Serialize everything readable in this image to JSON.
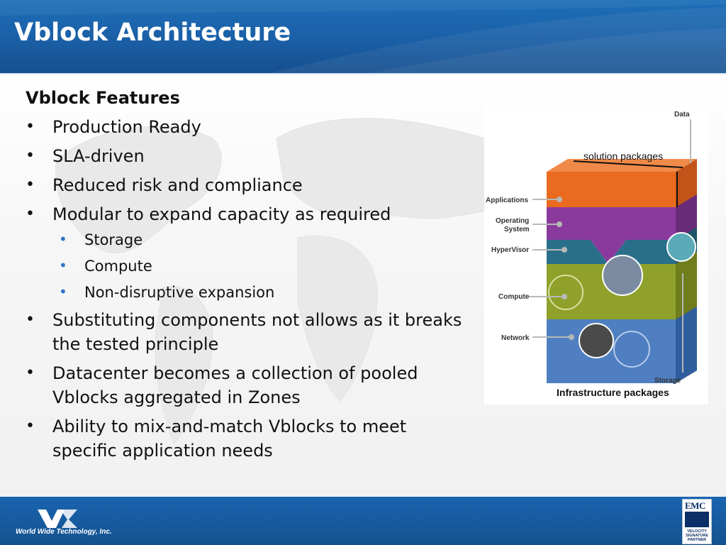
{
  "slide": {
    "title": "Vblock Architecture"
  },
  "content": {
    "heading": "Vblock Features",
    "bullets": [
      "Production Ready",
      "SLA-driven",
      "Reduced risk and compliance",
      "Modular to expand capacity as required"
    ],
    "sub_bullets": [
      "Storage",
      "Compute",
      "Non-disruptive expansion"
    ],
    "bullets_after": [
      "Substituting components not allows as it breaks the tested principle",
      "Datacenter becomes a collection of pooled Vblocks aggregated in Zones",
      "Ability to mix-and-match Vblocks to meet specific application needs"
    ]
  },
  "diagram": {
    "labels": {
      "data": "Data",
      "solution": "solution packages",
      "applications": "Applications",
      "os_line1": "Operating",
      "os_line2": "System",
      "hypervisor": "HyperVisor",
      "compute": "Compute",
      "network": "Network",
      "storage": "Storage",
      "infrastructure": "Infrastructure packages"
    },
    "colors": {
      "orange": "#ea6b1f",
      "purple": "#8a3a9c",
      "teal": "#2a6f8a",
      "green": "#8fa12a",
      "blue": "#4f7fc0",
      "side": "#3c3d42"
    }
  },
  "footer": {
    "company": "World Wide Technology, Inc.",
    "badge_brand": "EMC",
    "badge_line1": "VELOCITY",
    "badge_line2": "SIGNATURE",
    "badge_line3": "PARTNER"
  }
}
